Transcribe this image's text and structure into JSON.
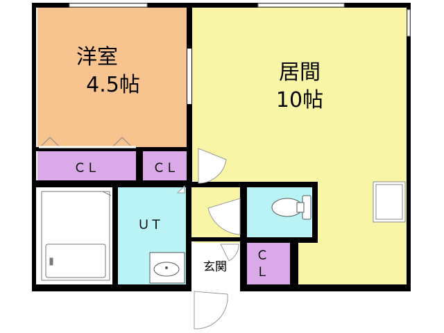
{
  "rooms": {
    "western_room": {
      "name": "洋室",
      "size": "4.5帖"
    },
    "living_room": {
      "name": "居間",
      "size": "10帖"
    },
    "cl_left": {
      "label": "ＣＬ"
    },
    "cl_middle": {
      "label": "ＣＬ"
    },
    "utility": {
      "label": "ＵＴ"
    },
    "entrance": {
      "label": "玄関"
    },
    "cl_entrance": {
      "label_top": "Ｃ",
      "label_bottom": "Ｌ"
    }
  },
  "colors": {
    "western_room": "#f7c48f",
    "living_room": "#f8f6a6",
    "closet": "#d9a9e8",
    "water": "#b9f3f6",
    "hall": "#f8f6a6",
    "wall": "#000000",
    "window": "#ffffff"
  }
}
